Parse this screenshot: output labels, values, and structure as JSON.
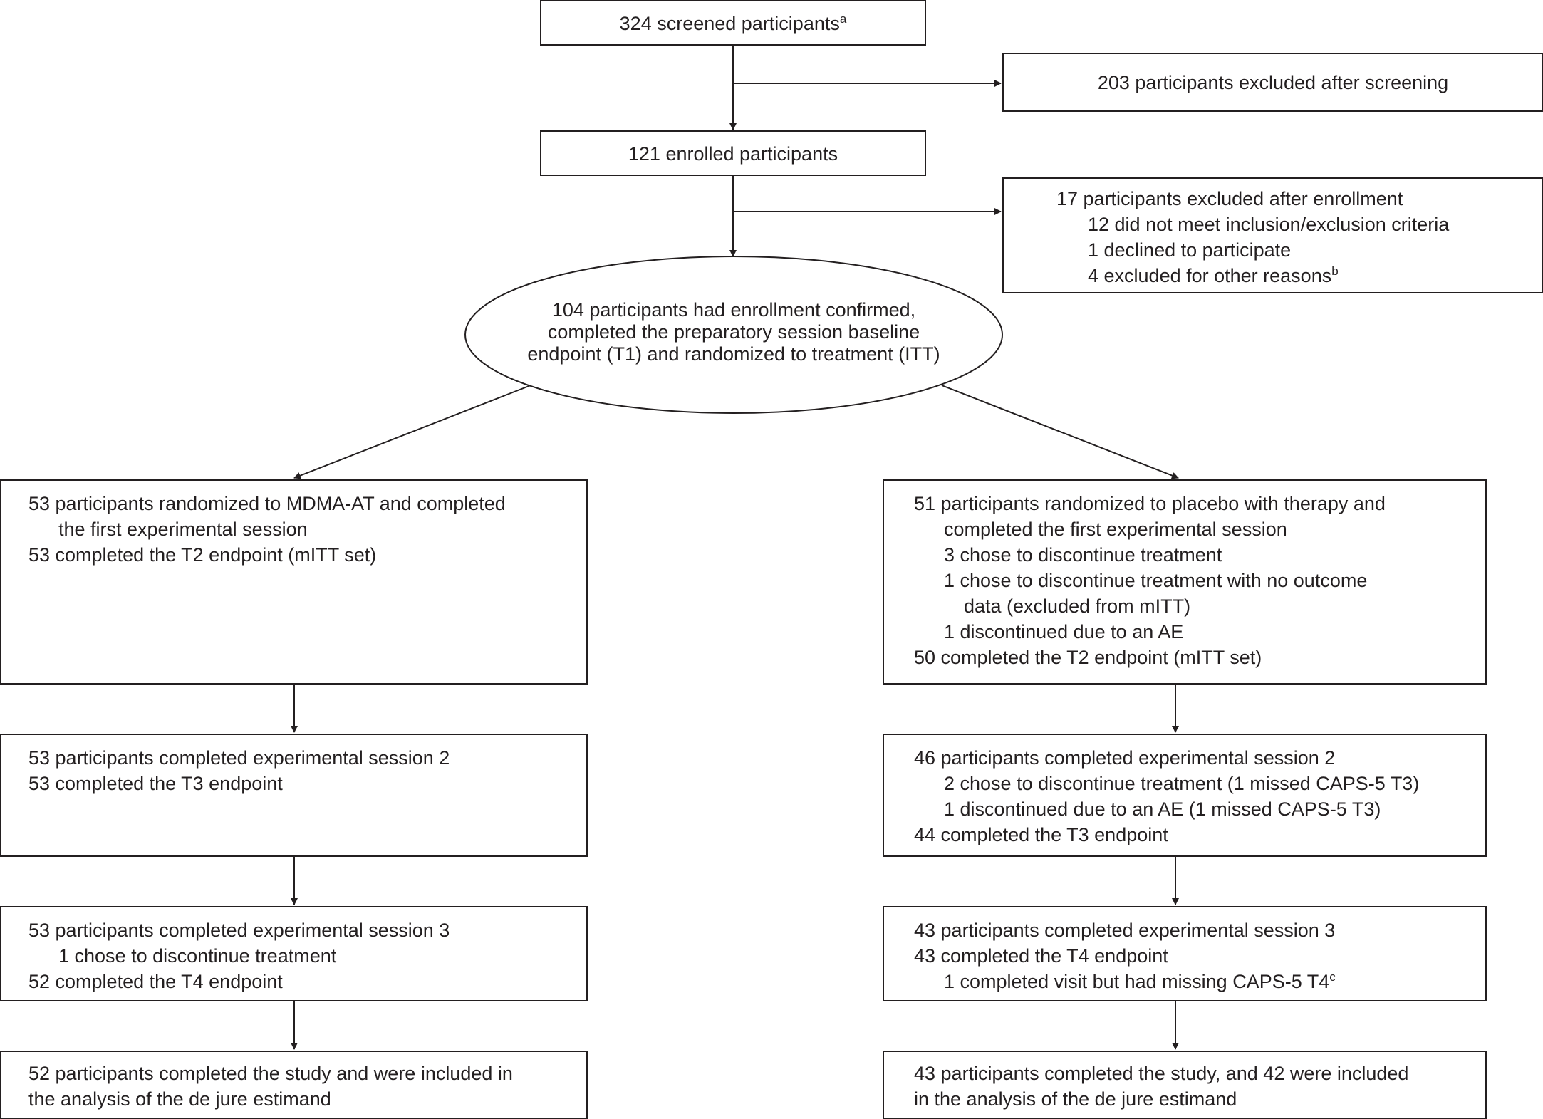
{
  "screened": {
    "text": "324 screened participants",
    "sup": "a"
  },
  "excluded_screening": {
    "text": "203 participants excluded after screening"
  },
  "enrolled": {
    "text": "121 enrolled participants"
  },
  "excluded_enrollment": {
    "title": "17 participants excluded after enrollment",
    "items": [
      {
        "text": "12 did not meet inclusion/exclusion criteria",
        "sup": ""
      },
      {
        "text": "1 declined to participate",
        "sup": ""
      },
      {
        "text": "4 excluded for other reasons",
        "sup": "b"
      }
    ]
  },
  "randomized": {
    "lines": [
      "104 participants had enrollment confirmed,",
      "completed the preparatory session baseline",
      "endpoint (T1) and randomized to treatment (ITT)"
    ]
  },
  "mdma": {
    "session1": [
      "53 participants randomized to MDMA-AT and completed",
      "the first experimental session",
      "53 completed the T2 endpoint (mITT set)"
    ],
    "session2": [
      "53 participants completed experimental session 2",
      "53 completed the T3 endpoint"
    ],
    "session3": [
      "53 participants completed experimental session 3",
      "1 chose to discontinue treatment",
      "52 completed the T4 endpoint"
    ],
    "final": [
      "52 participants completed the study and were included in",
      "the analysis of the de jure estimand"
    ]
  },
  "placebo": {
    "session1": [
      "51 participants randomized to placebo with therapy and",
      "completed the first experimental session",
      "3 chose to discontinue treatment",
      "1 chose to discontinue treatment with no outcome",
      "data (excluded from mITT)",
      "1 discontinued due to an AE",
      "50 completed the T2 endpoint (mITT set)"
    ],
    "session2": [
      "46 participants completed experimental session 2",
      "2 chose to discontinue treatment (1 missed CAPS-5 T3)",
      "1 discontinued due to an AE (1 missed CAPS-5 T3)",
      "44 completed the T3 endpoint"
    ],
    "session3": [
      "43 participants completed experimental session 3",
      "43 completed the T4 endpoint",
      "1 completed visit but had missing CAPS-5 T4"
    ],
    "session3_sup": "c",
    "final": [
      "43 participants completed the study, and 42 were included",
      "in the analysis of the de jure estimand"
    ]
  }
}
